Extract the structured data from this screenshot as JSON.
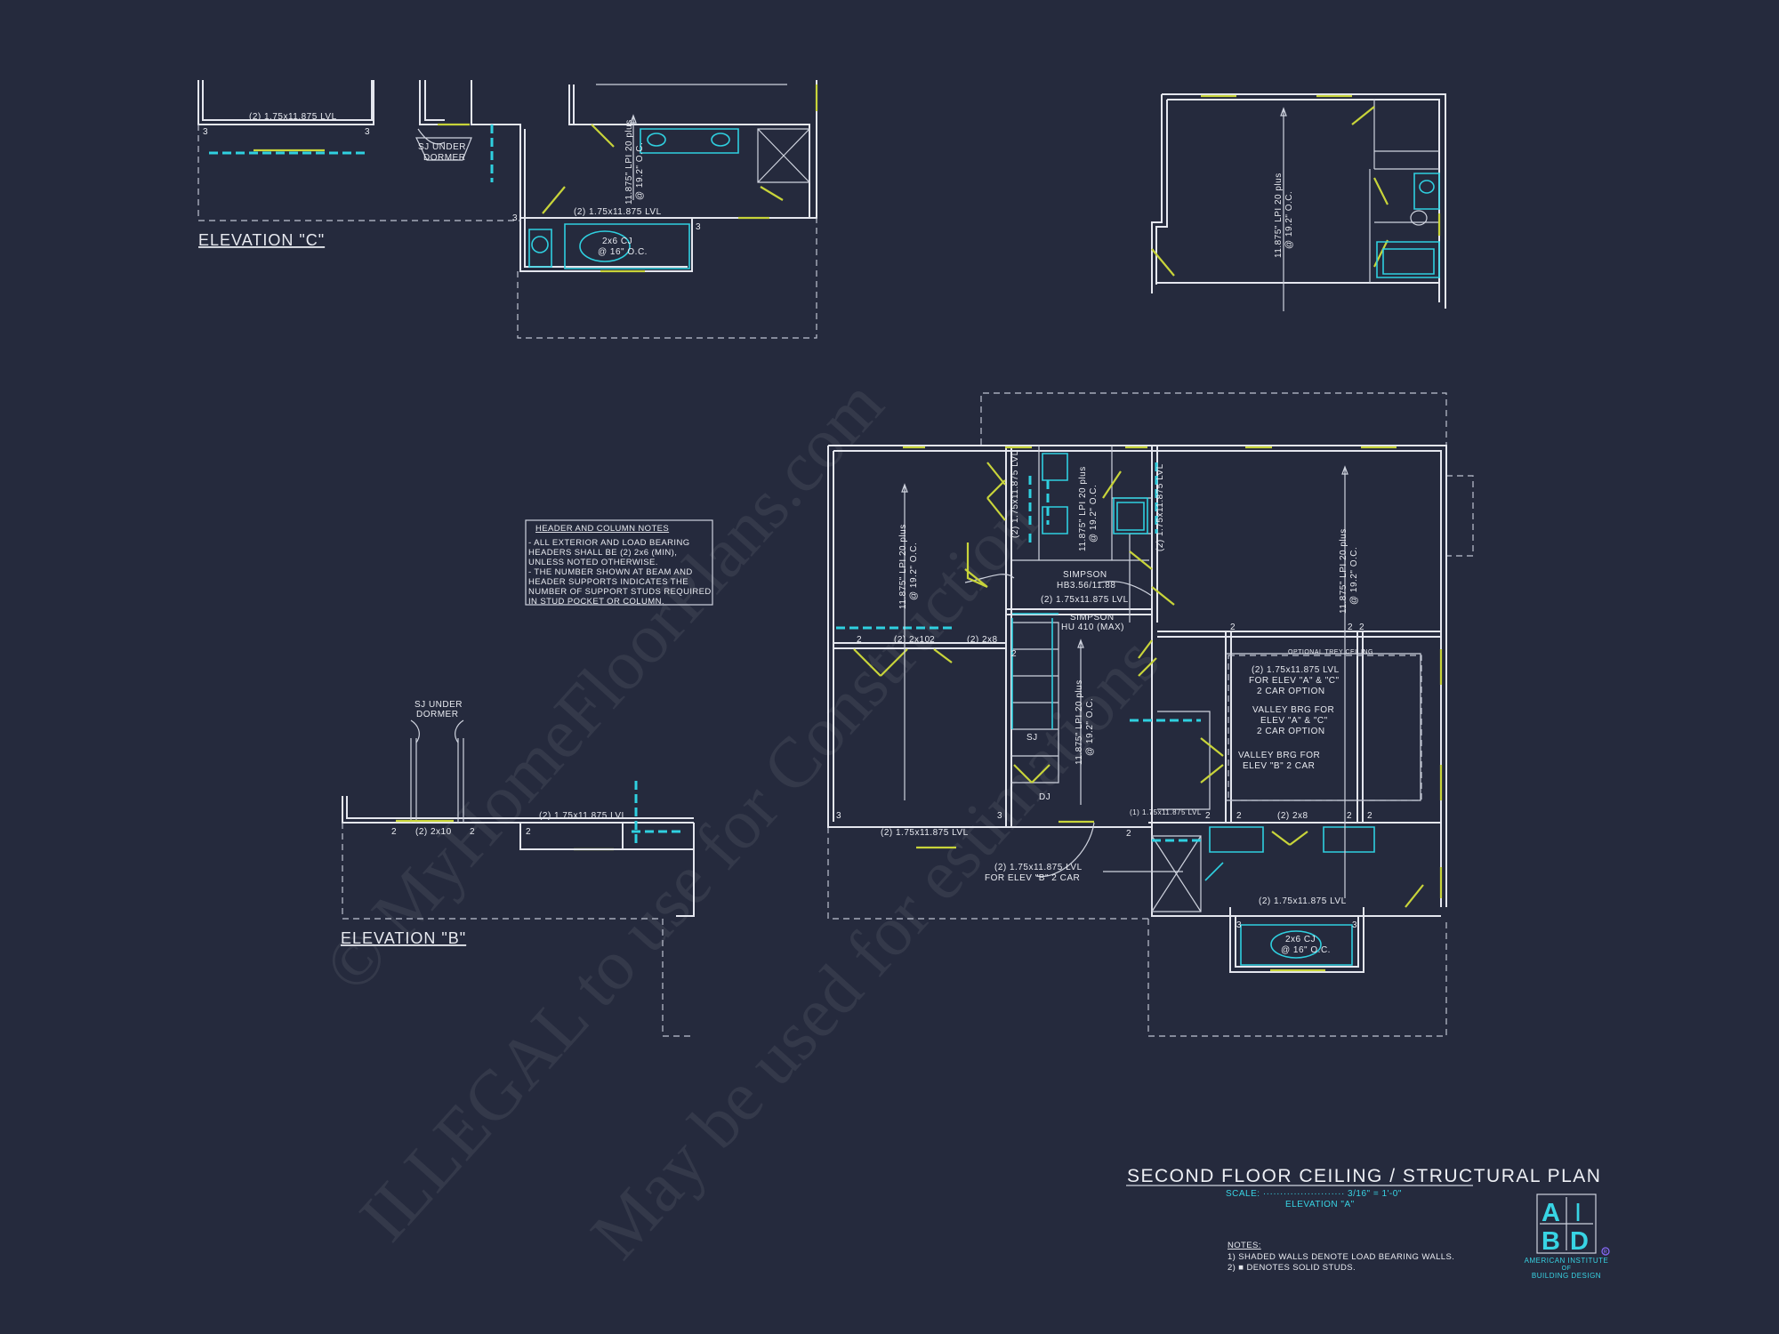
{
  "title": {
    "main": "SECOND FLOOR CEILING / STRUCTURAL PLAN",
    "scale": "SCALE: ························ 3/16\" = 1'-0\"",
    "elevation": "ELEVATION \"A\""
  },
  "notes": {
    "heading": "NOTES:",
    "items": [
      "1) SHADED WALLS DENOTE LOAD BEARING WALLS.",
      "2) ■ DENOTES SOLID STUDS."
    ]
  },
  "header_notes": {
    "heading": "HEADER AND COLUMN NOTES",
    "lines": [
      "- ALL EXTERIOR AND LOAD BEARING",
      "HEADERS SHALL BE (2) 2x6 (MIN),",
      "UNLESS NOTED OTHERWISE.",
      "- THE NUMBER SHOWN AT BEAM AND",
      "HEADER SUPPORTS INDICATES THE",
      "NUMBER OF SUPPORT STUDS REQUIRED",
      "IN STUD POCKET OR COLUMN."
    ]
  },
  "logo": {
    "letters": [
      "A",
      "I",
      "B",
      "D"
    ],
    "name_lines": [
      "AMERICAN INSTITUTE",
      "OF",
      "BUILDING DESIGN"
    ],
    "registered": "R"
  },
  "elevation_c": {
    "label": "ELEVATION \"C\"",
    "beam_left": "(2) 1.75x11.875 LVL",
    "dormer": [
      "SJ UNDER",
      "DORMER"
    ],
    "beam_right": "(2) 1.75x11.875 LVL",
    "joist": [
      "11.875\" LPI 20 plus",
      "@ 19.2\" O.C."
    ],
    "cj": [
      "2x6 CJ",
      "@ 16\" O.C."
    ],
    "studs": [
      "3",
      "3",
      "3",
      "3"
    ]
  },
  "elevation_b": {
    "label": "ELEVATION \"B\"",
    "dormer": [
      "SJ UNDER",
      "DORMER"
    ],
    "header": "(2) 2x10",
    "beam": "(2) 1.75x11.875 LVL",
    "studs": [
      "2",
      "2",
      "2"
    ]
  },
  "upper_right": {
    "joist": [
      "11.875\" LPI 20 plus",
      "@ 19.2\" O.C."
    ]
  },
  "main_plan": {
    "joist_left": [
      "11.875\" LPI 20 plus",
      "@ 19.2\" O.C."
    ],
    "joist_center": [
      "11.875\" LPI 20 plus",
      "@ 19.2\" O.C."
    ],
    "joist_bath": [
      "11.875\" LPI 20 plus",
      "@ 19.2\" O.C."
    ],
    "joist_right": [
      "11.875\" LPI 20 plus",
      "@ 19.2\" O.C."
    ],
    "lvl_vertical_1": "(2) 1.75x11.875 LVL",
    "lvl_vertical_2": "(2) 1.75x11.875 LVL",
    "simpson_1": [
      "SIMPSON",
      "HB3.56/11.88"
    ],
    "lvl_stair": "(2) 1.75x11.875 LVL",
    "simpson_2": [
      "SIMPSON",
      "HU 410 (MAX)"
    ],
    "header_2x10": "(2) 2x10",
    "header_2x8": "(2) 2x8",
    "header_2x8_b": "(2) 2x8",
    "trey": "OPTIONAL TREY CEILING",
    "lvl_option": [
      "(2) 1.75x11.875 LVL",
      "FOR ELEV \"A\" & \"C\"",
      "2 CAR OPTION"
    ],
    "valley_ac": [
      "VALLEY BRG FOR",
      "ELEV \"A\" & \"C\"",
      "2 CAR OPTION"
    ],
    "valley_b": [
      "VALLEY BRG FOR",
      "ELEV \"B\" 2 CAR"
    ],
    "sj": "SJ",
    "dj": "DJ",
    "lvl_bottom_left": "(2) 1.75x11.875 LVL",
    "lvl_small": "(1) 1.75x11.875 LVL",
    "lvl_elev_b": [
      "(2) 1.75x11.875 LVL",
      "FOR ELEV \"B\" 2 CAR"
    ],
    "lvl_bay": "(2) 1.75x11.875 LVL",
    "cj": [
      "2x6 CJ",
      "@ 16\" O.C."
    ],
    "studs": [
      "2",
      "2",
      "2",
      "2",
      "2",
      "2",
      "3",
      "3",
      "2",
      "2",
      "2",
      "2",
      "2",
      "3",
      "3"
    ]
  },
  "watermark": [
    "© MyHomeFloorPlans.com",
    "ILLEGAL to use for Construction",
    "May be used for estimations"
  ],
  "colors": {
    "background": "#252a3d",
    "lines": "#e4e6ee",
    "fixtures": "#2fd0e0",
    "windows_doors": "#c8d43a"
  }
}
